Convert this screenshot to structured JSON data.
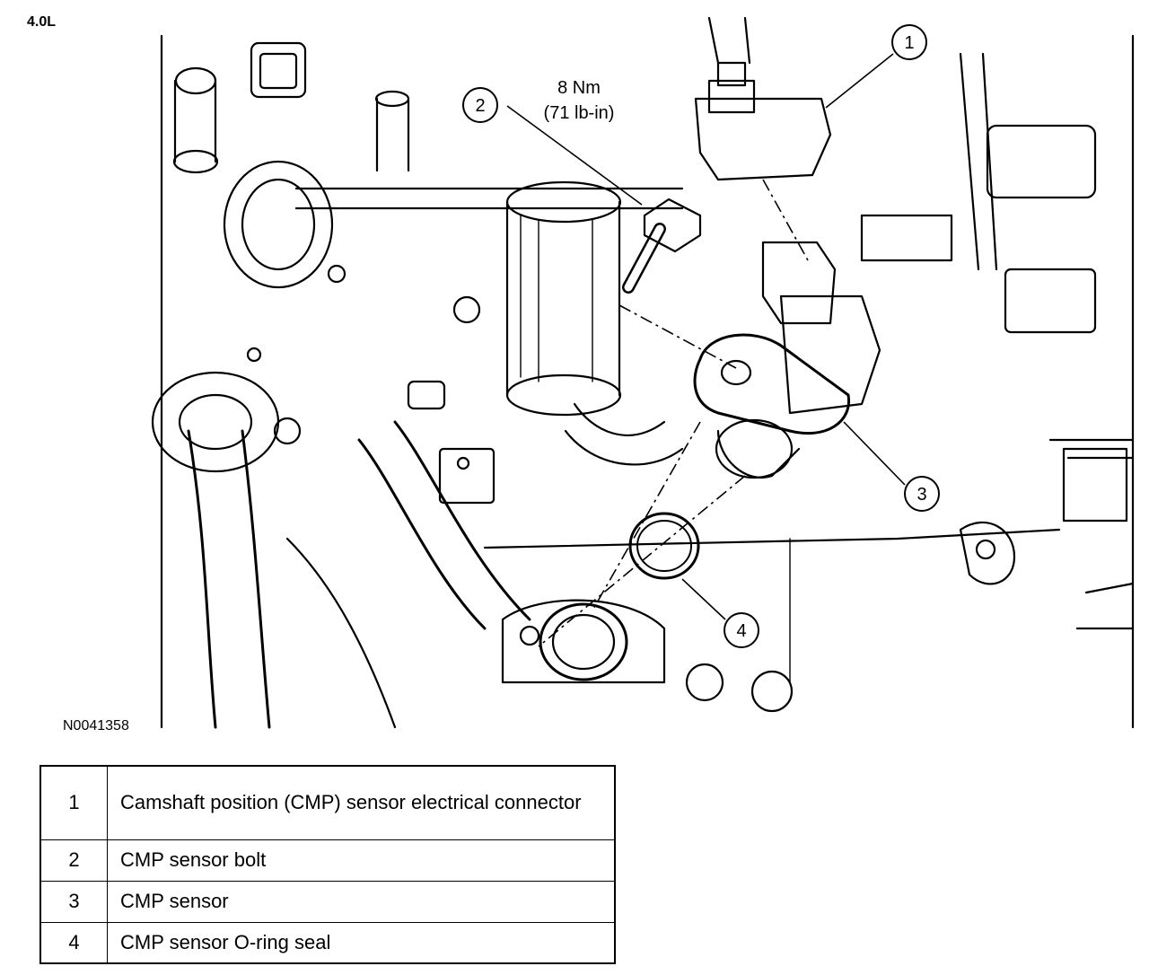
{
  "engine_label": "4.0L",
  "figure_id": "N0041358",
  "torque": {
    "nm": "8 Nm",
    "lbin": "(71 lb-in)"
  },
  "callouts": [
    "1",
    "2",
    "3",
    "4"
  ],
  "legend": [
    {
      "num": "1",
      "desc": "Camshaft position (CMP) sensor electrical connector"
    },
    {
      "num": "2",
      "desc": "CMP sensor bolt"
    },
    {
      "num": "3",
      "desc": "CMP sensor"
    },
    {
      "num": "4",
      "desc": "CMP sensor O-ring seal"
    }
  ]
}
